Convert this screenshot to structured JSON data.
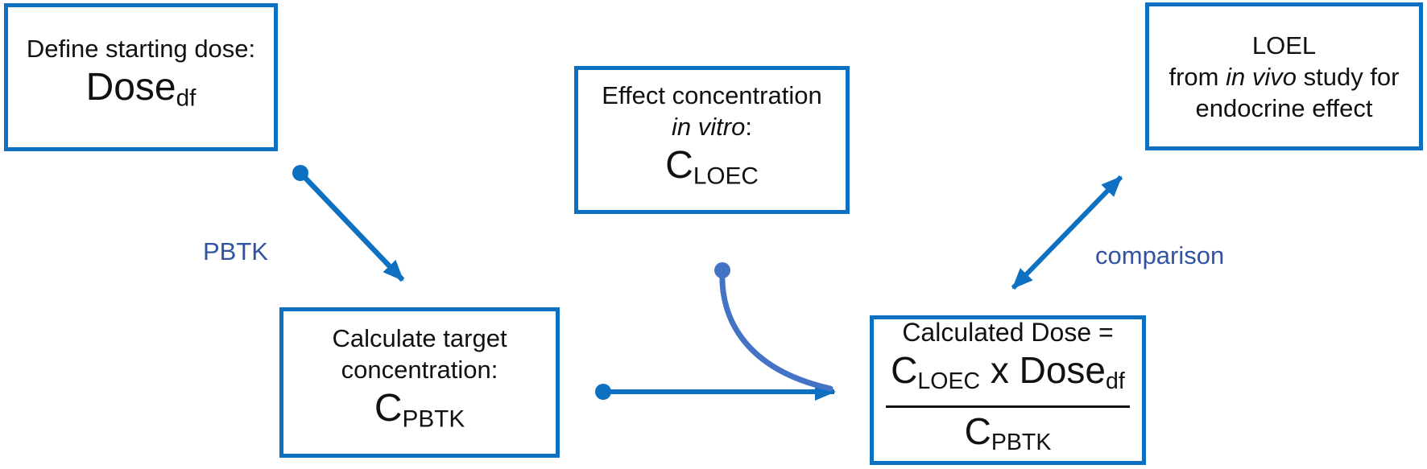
{
  "diagram": {
    "title_hint": "in vitro to in vivo extrapolation workflow",
    "boxes": {
      "dose": {
        "line1": "Define starting dose:",
        "formula_base": "Dose",
        "formula_sub": "df"
      },
      "effect": {
        "line1": "Effect concentration",
        "line2_italic": "in vitro",
        "line2_colon": ":",
        "formula_base": "C",
        "formula_sub": "LOEC"
      },
      "loel": {
        "line1": "LOEL",
        "line2_pre": "from ",
        "line2_italic": "in vivo",
        "line2_post": " study for",
        "line3": "endocrine effect"
      },
      "target": {
        "line1": "Calculate target",
        "line2": "concentration:",
        "formula_base": "C",
        "formula_sub": "PBTK"
      },
      "calc_dose": {
        "line1": "Calculated Dose =",
        "numerator": {
          "c_base": "C",
          "c_sub": "LOEC",
          "operator": " x ",
          "dose_base": "Dose",
          "dose_sub": "df"
        },
        "denominator": {
          "c_base": "C",
          "c_sub": "PBTK"
        }
      }
    },
    "arrow_labels": {
      "pbtk": "PBTK",
      "comparison": "comparison"
    },
    "colors": {
      "box_border": "#0d70c1",
      "straight_arrow": "#0d70c1",
      "curved_arrow": "#4472c4",
      "label_text": "#3252a4",
      "text": "#111111",
      "background": "#ffffff"
    }
  }
}
